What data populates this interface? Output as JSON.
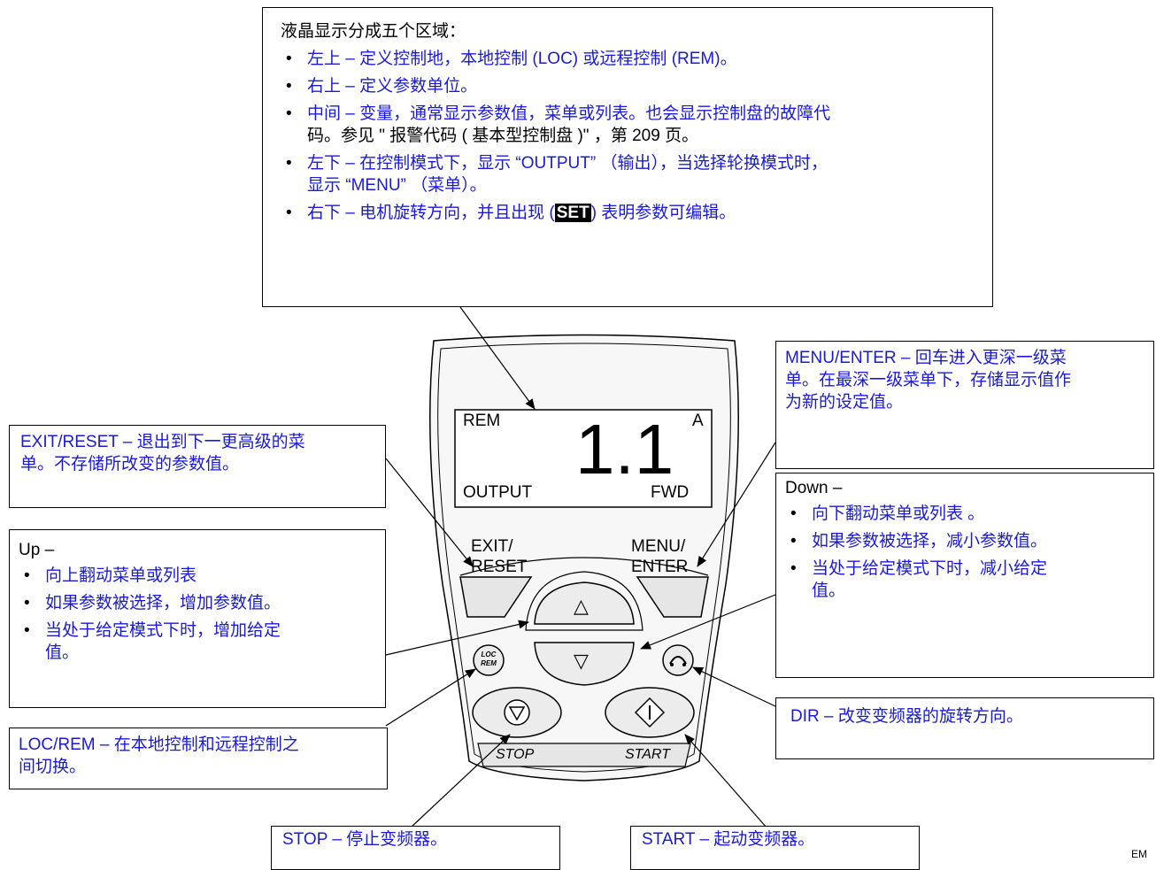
{
  "lcd_box": {
    "title": "液晶显示分成五个区域：",
    "items": [
      {
        "lead": "左上 –",
        "text": " 定义控制地，本地控制 (LOC) 或远程控制 (REM)。"
      },
      {
        "lead": "右上 –",
        "text": " 定义参数单位。"
      },
      {
        "lead": "中间 –",
        "text": " 变量，通常显示参数值，菜单或列表。也会显示控制盘的故障代",
        "text2": "码。参见 \" 报警代码 ( 基本型控制盘 )\" ，第 209 页。"
      },
      {
        "lead": "左下 –",
        "text": " 在控制模式下，显示 “OUTPUT” （输出），当选择轮换模式时，",
        "text2": "显示 “MENU” （菜单）。"
      },
      {
        "lead": "右下 –",
        "text": " 电机旋转方向，并且出现 (",
        "kbd": "SET",
        "text3": ") 表明参数可编辑。"
      }
    ]
  },
  "display": {
    "top_left": "REM",
    "top_right": "A",
    "value": "1.1",
    "bottom_left": "OUTPUT",
    "bottom_right": "FWD"
  },
  "keys": {
    "exit_label_1": "EXIT/",
    "exit_label_2": "RESET",
    "menu_label_1": "MENU/",
    "menu_label_2": "ENTER",
    "up_symbol": "△",
    "down_symbol": "▽",
    "locrem_1": "LOC",
    "locrem_2": "REM",
    "stop_label": "STOP",
    "start_label": "START"
  },
  "exit_box": {
    "lead": "EXIT/RESET –",
    "text": " 退出到下一更高级的菜",
    "text2": "单。不存储所改变的参数值。"
  },
  "menu_box": {
    "lead": "MENU/ENTER –",
    "text": " 回车进入更深一级菜",
    "text2": "单。在最深一级菜单下，存储显示值作",
    "text3": "为新的设定值。"
  },
  "up_box": {
    "title": "Up –",
    "items": [
      "向上翻动菜单或列表",
      "如果参数被选择，增加参数值。",
      "当处于给定模式下时，增加给定",
      "值。"
    ]
  },
  "down_box": {
    "title": "Down –",
    "items": [
      "向下翻动菜单或列表 。",
      "如果参数被选择，减小参数值。",
      "当处于给定模式下时，减小给定",
      "值。"
    ]
  },
  "locrem_box": {
    "lead": "LOC/REM –",
    "text": " 在本地控制和远程控制之",
    "text2": "间切换。"
  },
  "dir_box": {
    "lead": "DIR –",
    "text": " 改变变频器的旋转方向。"
  },
  "stop_box": {
    "lead": "STOP –",
    "text": " 停止变频器。"
  },
  "start_box": {
    "lead": "START –",
    "text": " 起动变频器。"
  },
  "corner_text": "EM"
}
